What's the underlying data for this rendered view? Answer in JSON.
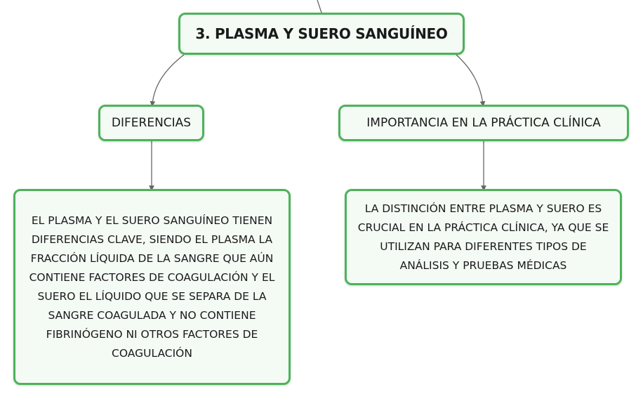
{
  "root": {
    "label": "3. PLASMA Y SUERO SANGUÍNEO"
  },
  "branches": [
    {
      "label": "DIFERENCIAS",
      "detail": "EL PLASMA Y EL SUERO SANGUÍNEO TIENEN DIFERENCIAS CLAVE, SIENDO EL PLASMA LA FRACCIÓN LÍQUIDA DE LA SANGRE QUE AÚN CONTIENE FACTORES DE COAGULACIÓN Y EL SUERO EL LÍQUIDO QUE SE SEPARA DE LA SANGRE COAGULADA Y NO CONTIENE FIBRINÓGENO NI OTROS FACTORES DE COAGULACIÓN"
    },
    {
      "label": "IMPORTANCIA EN LA PRÁCTICA CLÍNICA",
      "detail": "LA DISTINCIÓN ENTRE PLASMA Y SUERO ES CRUCIAL EN LA PRÁCTICA CLÍNICA, YA QUE SE UTILIZAN PARA DIFERENTES TIPOS DE ANÁLISIS Y PRUEBAS MÉDICAS"
    }
  ],
  "colors": {
    "node_border": "#4cb35a",
    "node_fill": "#f4fbf5",
    "connector": "#666666"
  }
}
